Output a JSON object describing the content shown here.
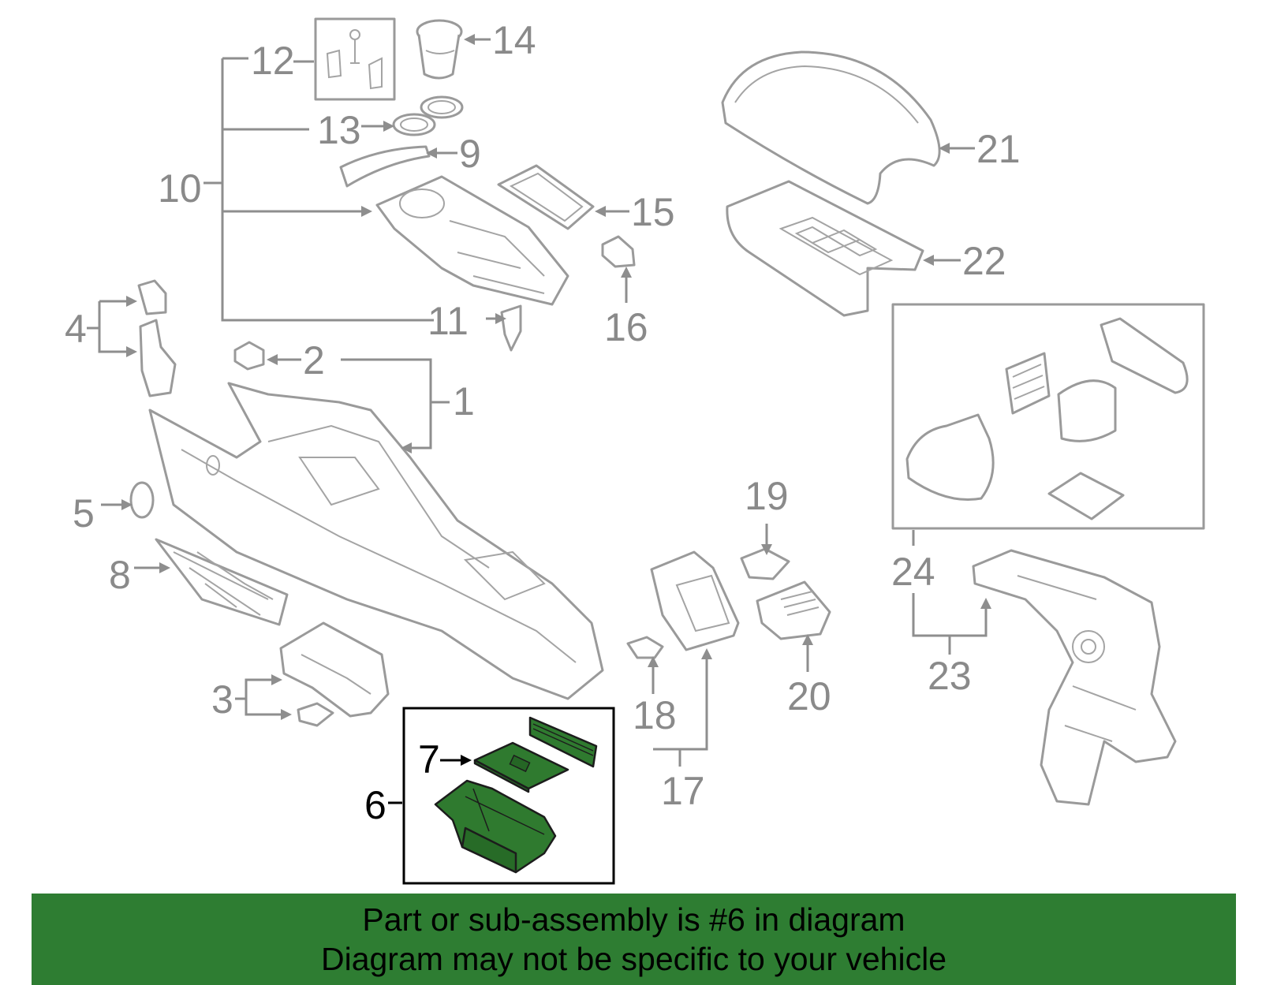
{
  "colors": {
    "part_stroke": "#9a9a9a",
    "label_gray": "#8a8a8a",
    "highlight_green": "#2e7d32",
    "highlight_fill": "#2f7a2f",
    "banner_background": "#2e7d32",
    "banner_text": "#000000",
    "highlight_border": "#000000"
  },
  "callouts": {
    "c1": "1",
    "c2": "2",
    "c3": "3",
    "c4": "4",
    "c5": "5",
    "c6": "6",
    "c7": "7",
    "c8": "8",
    "c9": "9",
    "c10": "10",
    "c11": "11",
    "c12": "12",
    "c13": "13",
    "c14": "14",
    "c15": "15",
    "c16": "16",
    "c17": "17",
    "c18": "18",
    "c19": "19",
    "c20": "20",
    "c21": "21",
    "c22": "22",
    "c23": "23",
    "c24": "24"
  },
  "highlighted_parts": [
    "6",
    "7"
  ],
  "notice": {
    "line1": "Part or sub-assembly is #6 in diagram",
    "line2": "Diagram may not be specific to your vehicle"
  }
}
